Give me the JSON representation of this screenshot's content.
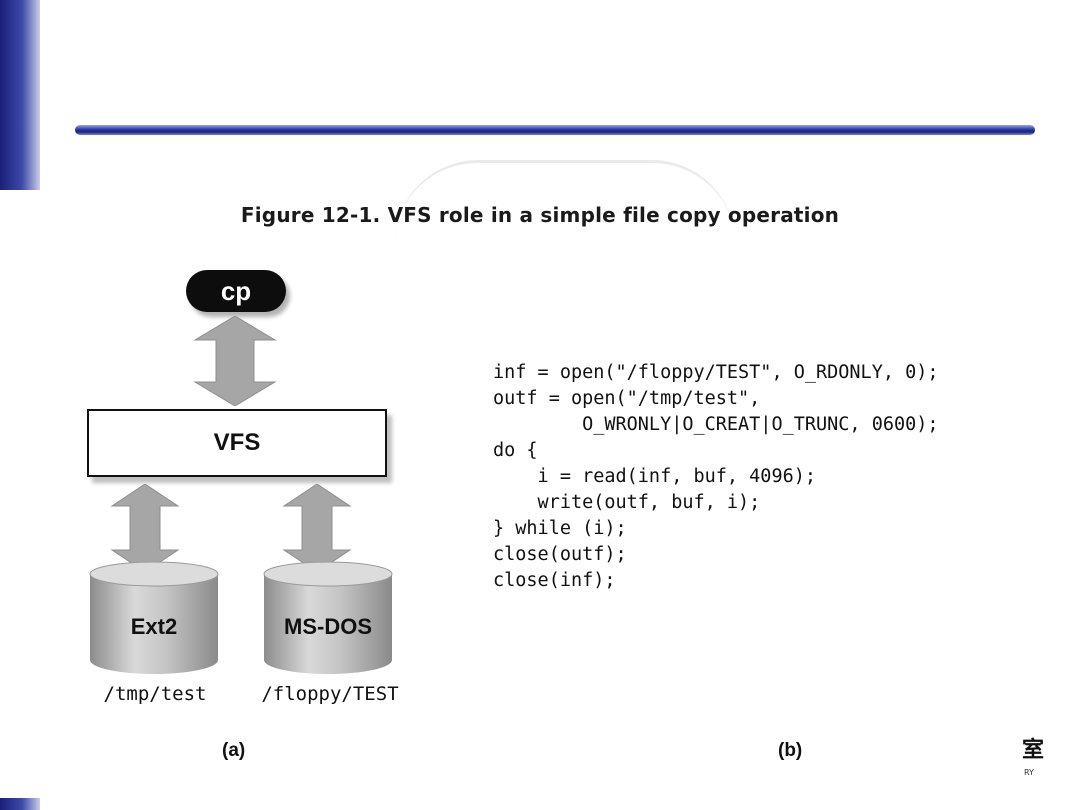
{
  "caption": "Figure 12-1. VFS role in a simple file copy operation",
  "diagram": {
    "process_label": "cp",
    "layer_label": "VFS",
    "disks": [
      {
        "label": "Ext2",
        "path": "/tmp/test"
      },
      {
        "label": "MS-DOS",
        "path": "/floppy/TEST"
      }
    ],
    "sub_a": "(a)"
  },
  "code": {
    "lines": [
      "inf = open(\"/floppy/TEST\", O_RDONLY, 0);",
      "outf = open(\"/tmp/test\",",
      "        O_WRONLY|O_CREAT|O_TRUNC, 0600);",
      "do {",
      "    i = read(inf, buf, 4096);",
      "    write(outf, buf, i);",
      "} while (i);",
      "close(outf);",
      "close(inf);"
    ],
    "sub_b": "(b)"
  },
  "corner": {
    "glyph": "室",
    "text": "RY"
  },
  "colors": {
    "accent_bar": "#2737a6",
    "disk_gray": "#b8b8b8",
    "arrow_gray": "#a6a6a6"
  }
}
